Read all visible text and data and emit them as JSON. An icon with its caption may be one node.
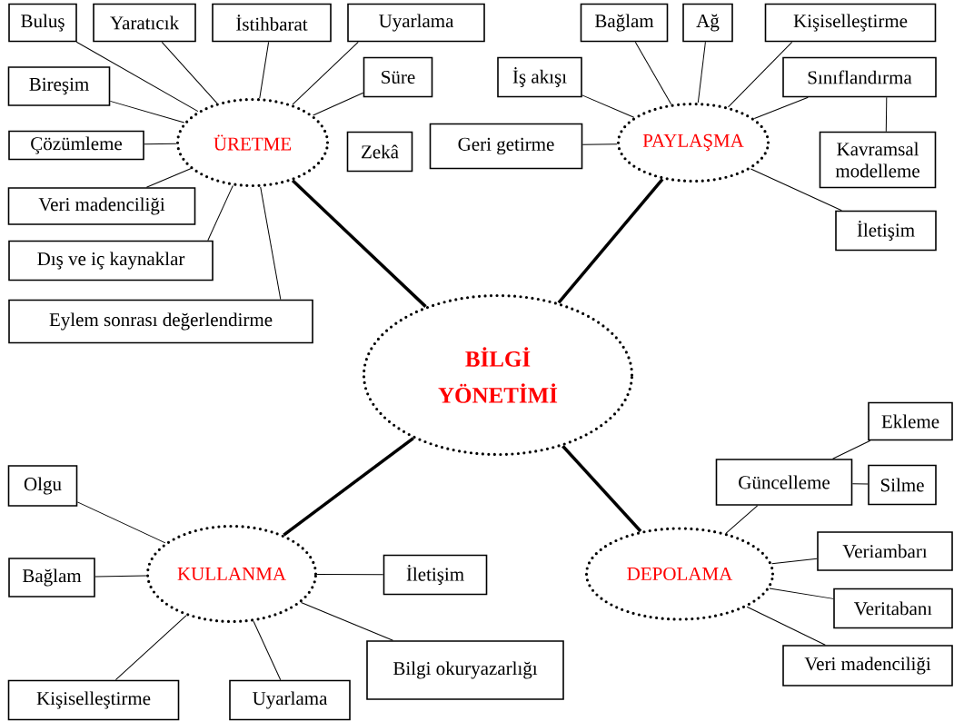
{
  "diagram": {
    "nodes": [
      {
        "text": [
          "BİLGİ YÖNETİMİ"
        ]
      },
      {
        "text": [
          "ÜRETME"
        ]
      },
      {
        "text": [
          "PAYLAŞMA"
        ]
      },
      {
        "text": [
          "KULLANMA"
        ]
      },
      {
        "text": [
          "DEPOLAMA"
        ]
      },
      {
        "text": [
          "Buluş"
        ]
      },
      {
        "text": [
          "Yaratıcık"
        ]
      },
      {
        "text": [
          "İstihbarat"
        ]
      },
      {
        "text": [
          "Uyarlama"
        ]
      },
      {
        "text": [
          "Bireşim"
        ]
      },
      {
        "text": [
          "Süre"
        ]
      },
      {
        "text": [
          "Çözümleme"
        ]
      },
      {
        "text": [
          "Zekâ"
        ]
      },
      {
        "text": [
          "Veri madenciliği"
        ]
      },
      {
        "text": [
          "Dış ve iç kaynaklar"
        ]
      },
      {
        "text": [
          "Eylem sonrası değerlendirme"
        ]
      },
      {
        "text": [
          "Bağlam"
        ]
      },
      {
        "text": [
          "Ağ"
        ]
      },
      {
        "text": [
          "Kişiselleştirme"
        ]
      },
      {
        "text": [
          "İş akışı"
        ]
      },
      {
        "text": [
          "Sınıflandırma"
        ]
      },
      {
        "text": [
          "Geri getirme"
        ]
      },
      {
        "text": [
          "Kavramsal modelleme"
        ]
      },
      {
        "text": [
          "İletişim"
        ]
      },
      {
        "text": [
          "Olgu"
        ]
      },
      {
        "text": [
          "Bağlam"
        ]
      },
      {
        "text": [
          "İletişim"
        ]
      },
      {
        "text": [
          "Bilgi okuryazarlığı"
        ]
      },
      {
        "text": [
          "Kişiselleştirme"
        ]
      },
      {
        "text": [
          "Uyarlama"
        ]
      },
      {
        "text": [
          "Güncelleme"
        ]
      },
      {
        "text": [
          "Ekleme"
        ]
      },
      {
        "text": [
          "Silme"
        ]
      },
      {
        "text": [
          "Veriambarı"
        ]
      },
      {
        "text": [
          "Veritabanı"
        ]
      },
      {
        "text": [
          "Veri madenciliği"
        ]
      }
    ],
    "edges": [
      {
        "from": 0,
        "to": 1,
        "arrow": "none",
        "style": "thick"
      },
      {
        "from": 0,
        "to": 2,
        "arrow": "none",
        "style": "thick"
      },
      {
        "from": 0,
        "to": 3,
        "arrow": "none",
        "style": "thick"
      },
      {
        "from": 0,
        "to": 4,
        "arrow": "none",
        "style": "thick"
      },
      {
        "from": 5,
        "to": 1,
        "arrow": "none"
      },
      {
        "from": 6,
        "to": 1,
        "arrow": "none"
      },
      {
        "from": 7,
        "to": 1,
        "arrow": "none"
      },
      {
        "from": 8,
        "to": 1,
        "arrow": "none"
      },
      {
        "from": 9,
        "to": 1,
        "arrow": "none"
      },
      {
        "from": 10,
        "to": 1,
        "arrow": "none"
      },
      {
        "from": 11,
        "to": 1,
        "arrow": "none"
      },
      {
        "from": 13,
        "to": 1,
        "arrow": "none"
      },
      {
        "from": 14,
        "to": 1,
        "arrow": "none"
      },
      {
        "from": 15,
        "to": 1,
        "arrow": "none"
      },
      {
        "from": 16,
        "to": 2,
        "arrow": "none"
      },
      {
        "from": 17,
        "to": 2,
        "arrow": "none"
      },
      {
        "from": 18,
        "to": 2,
        "arrow": "none"
      },
      {
        "from": 19,
        "to": 2,
        "arrow": "none"
      },
      {
        "from": 20,
        "to": 2,
        "arrow": "none"
      },
      {
        "from": 21,
        "to": 2,
        "arrow": "none"
      },
      {
        "from": 20,
        "to": 22,
        "arrow": "none"
      },
      {
        "from": 23,
        "to": 2,
        "arrow": "none"
      },
      {
        "from": 24,
        "to": 3,
        "arrow": "none"
      },
      {
        "from": 25,
        "to": 3,
        "arrow": "none"
      },
      {
        "from": 26,
        "to": 3,
        "arrow": "none"
      },
      {
        "from": 27,
        "to": 3,
        "arrow": "none"
      },
      {
        "from": 28,
        "to": 3,
        "arrow": "none"
      },
      {
        "from": 29,
        "to": 3,
        "arrow": "none"
      },
      {
        "from": 30,
        "to": 4,
        "arrow": "none"
      },
      {
        "from": 30,
        "to": 31,
        "arrow": "none"
      },
      {
        "from": 30,
        "to": 32,
        "arrow": "none"
      },
      {
        "from": 33,
        "to": 4,
        "arrow": "none"
      },
      {
        "from": 34,
        "to": 4,
        "arrow": "none"
      },
      {
        "from": 35,
        "to": 4,
        "arrow": "none"
      }
    ]
  }
}
